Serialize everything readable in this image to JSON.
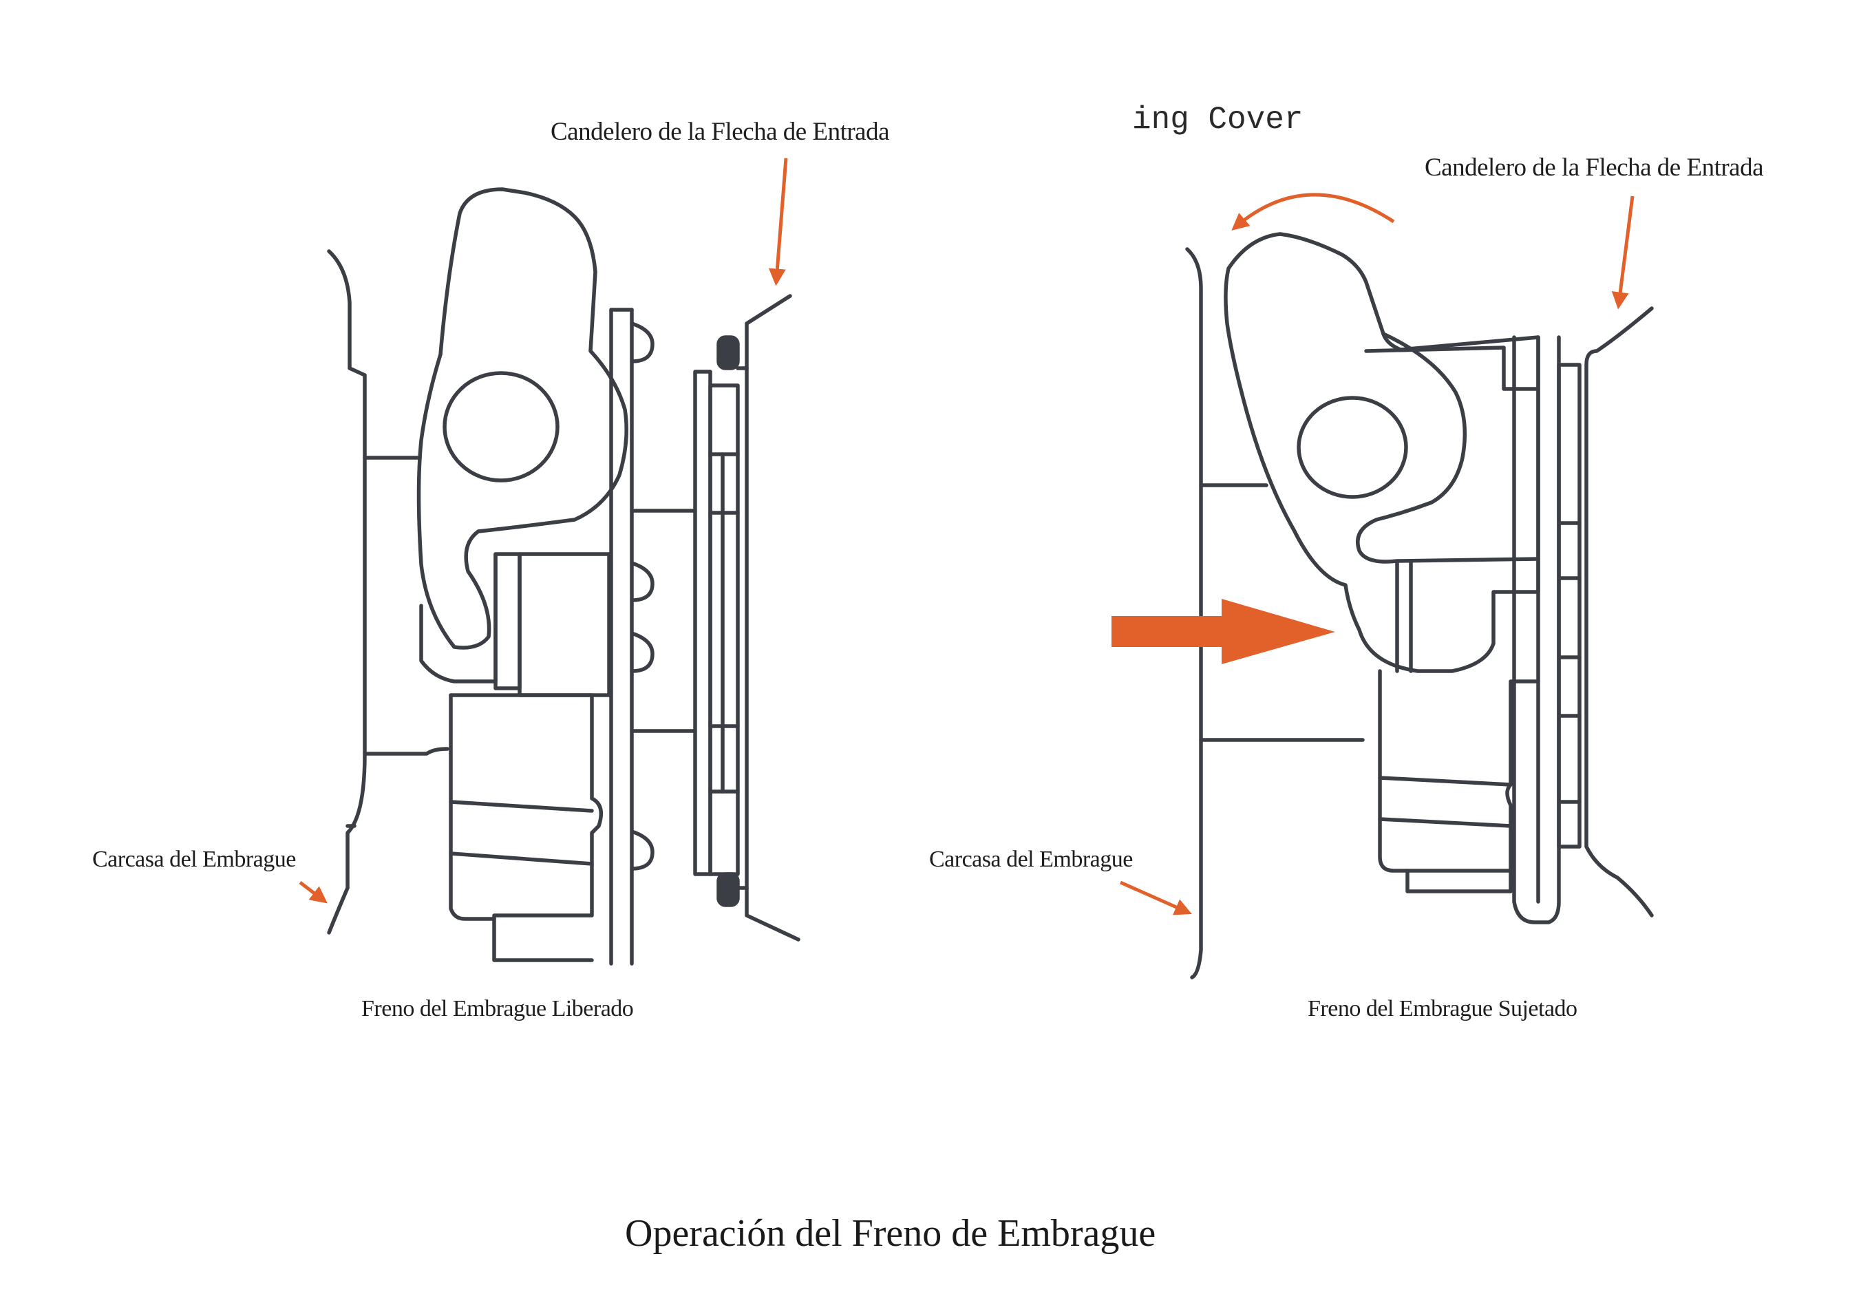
{
  "caption_main": "Operación del Freno de Embrague",
  "left_panel": {
    "label_shaft_bearing": "Candelero de la Flecha de Entrada",
    "label_housing": "Carcasa del Embrague",
    "caption": "Freno del Embrague Liberado"
  },
  "right_panel": {
    "label_partial": "ing Cover",
    "label_shaft_bearing": "Candelero de la Flecha de Entrada",
    "label_housing": "Carcasa del Embrague",
    "caption": "Freno del Embrague Sujetado"
  },
  "colors": {
    "line": "#3b3f45",
    "accent_arrow": "#e2612b",
    "text": "#1e1e1e"
  }
}
